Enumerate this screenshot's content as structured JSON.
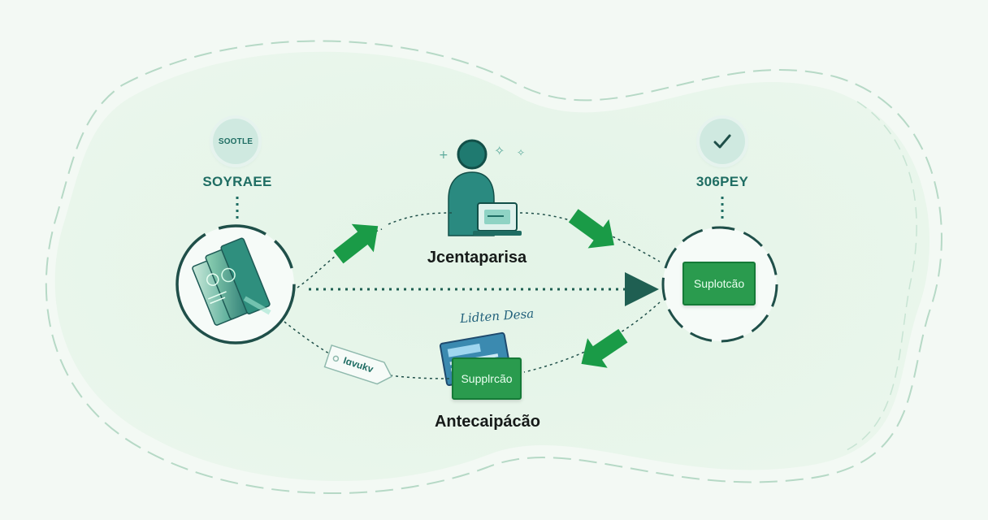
{
  "nodes": {
    "left": {
      "badge_text": "SOOTLE",
      "label": "SOYRAEE"
    },
    "right": {
      "label": "306PEY",
      "card_text": "Suplotcão"
    },
    "top": {
      "label": "Jcentaparisa"
    },
    "bottom": {
      "label": "Antecaipácão",
      "script_label": "Lidten Desa",
      "card_text": "Supplrcão"
    }
  },
  "tag": {
    "text": "Iɑvukv"
  },
  "colors": {
    "teal": "#1f6d63",
    "green": "#2a9b4e",
    "dark_green": "#157a37",
    "background": "#f3f9f4"
  },
  "icons": [
    "checkmark-icon",
    "person-icon",
    "laptop-icon",
    "cards-icon",
    "tag-icon",
    "arrow-icon"
  ]
}
